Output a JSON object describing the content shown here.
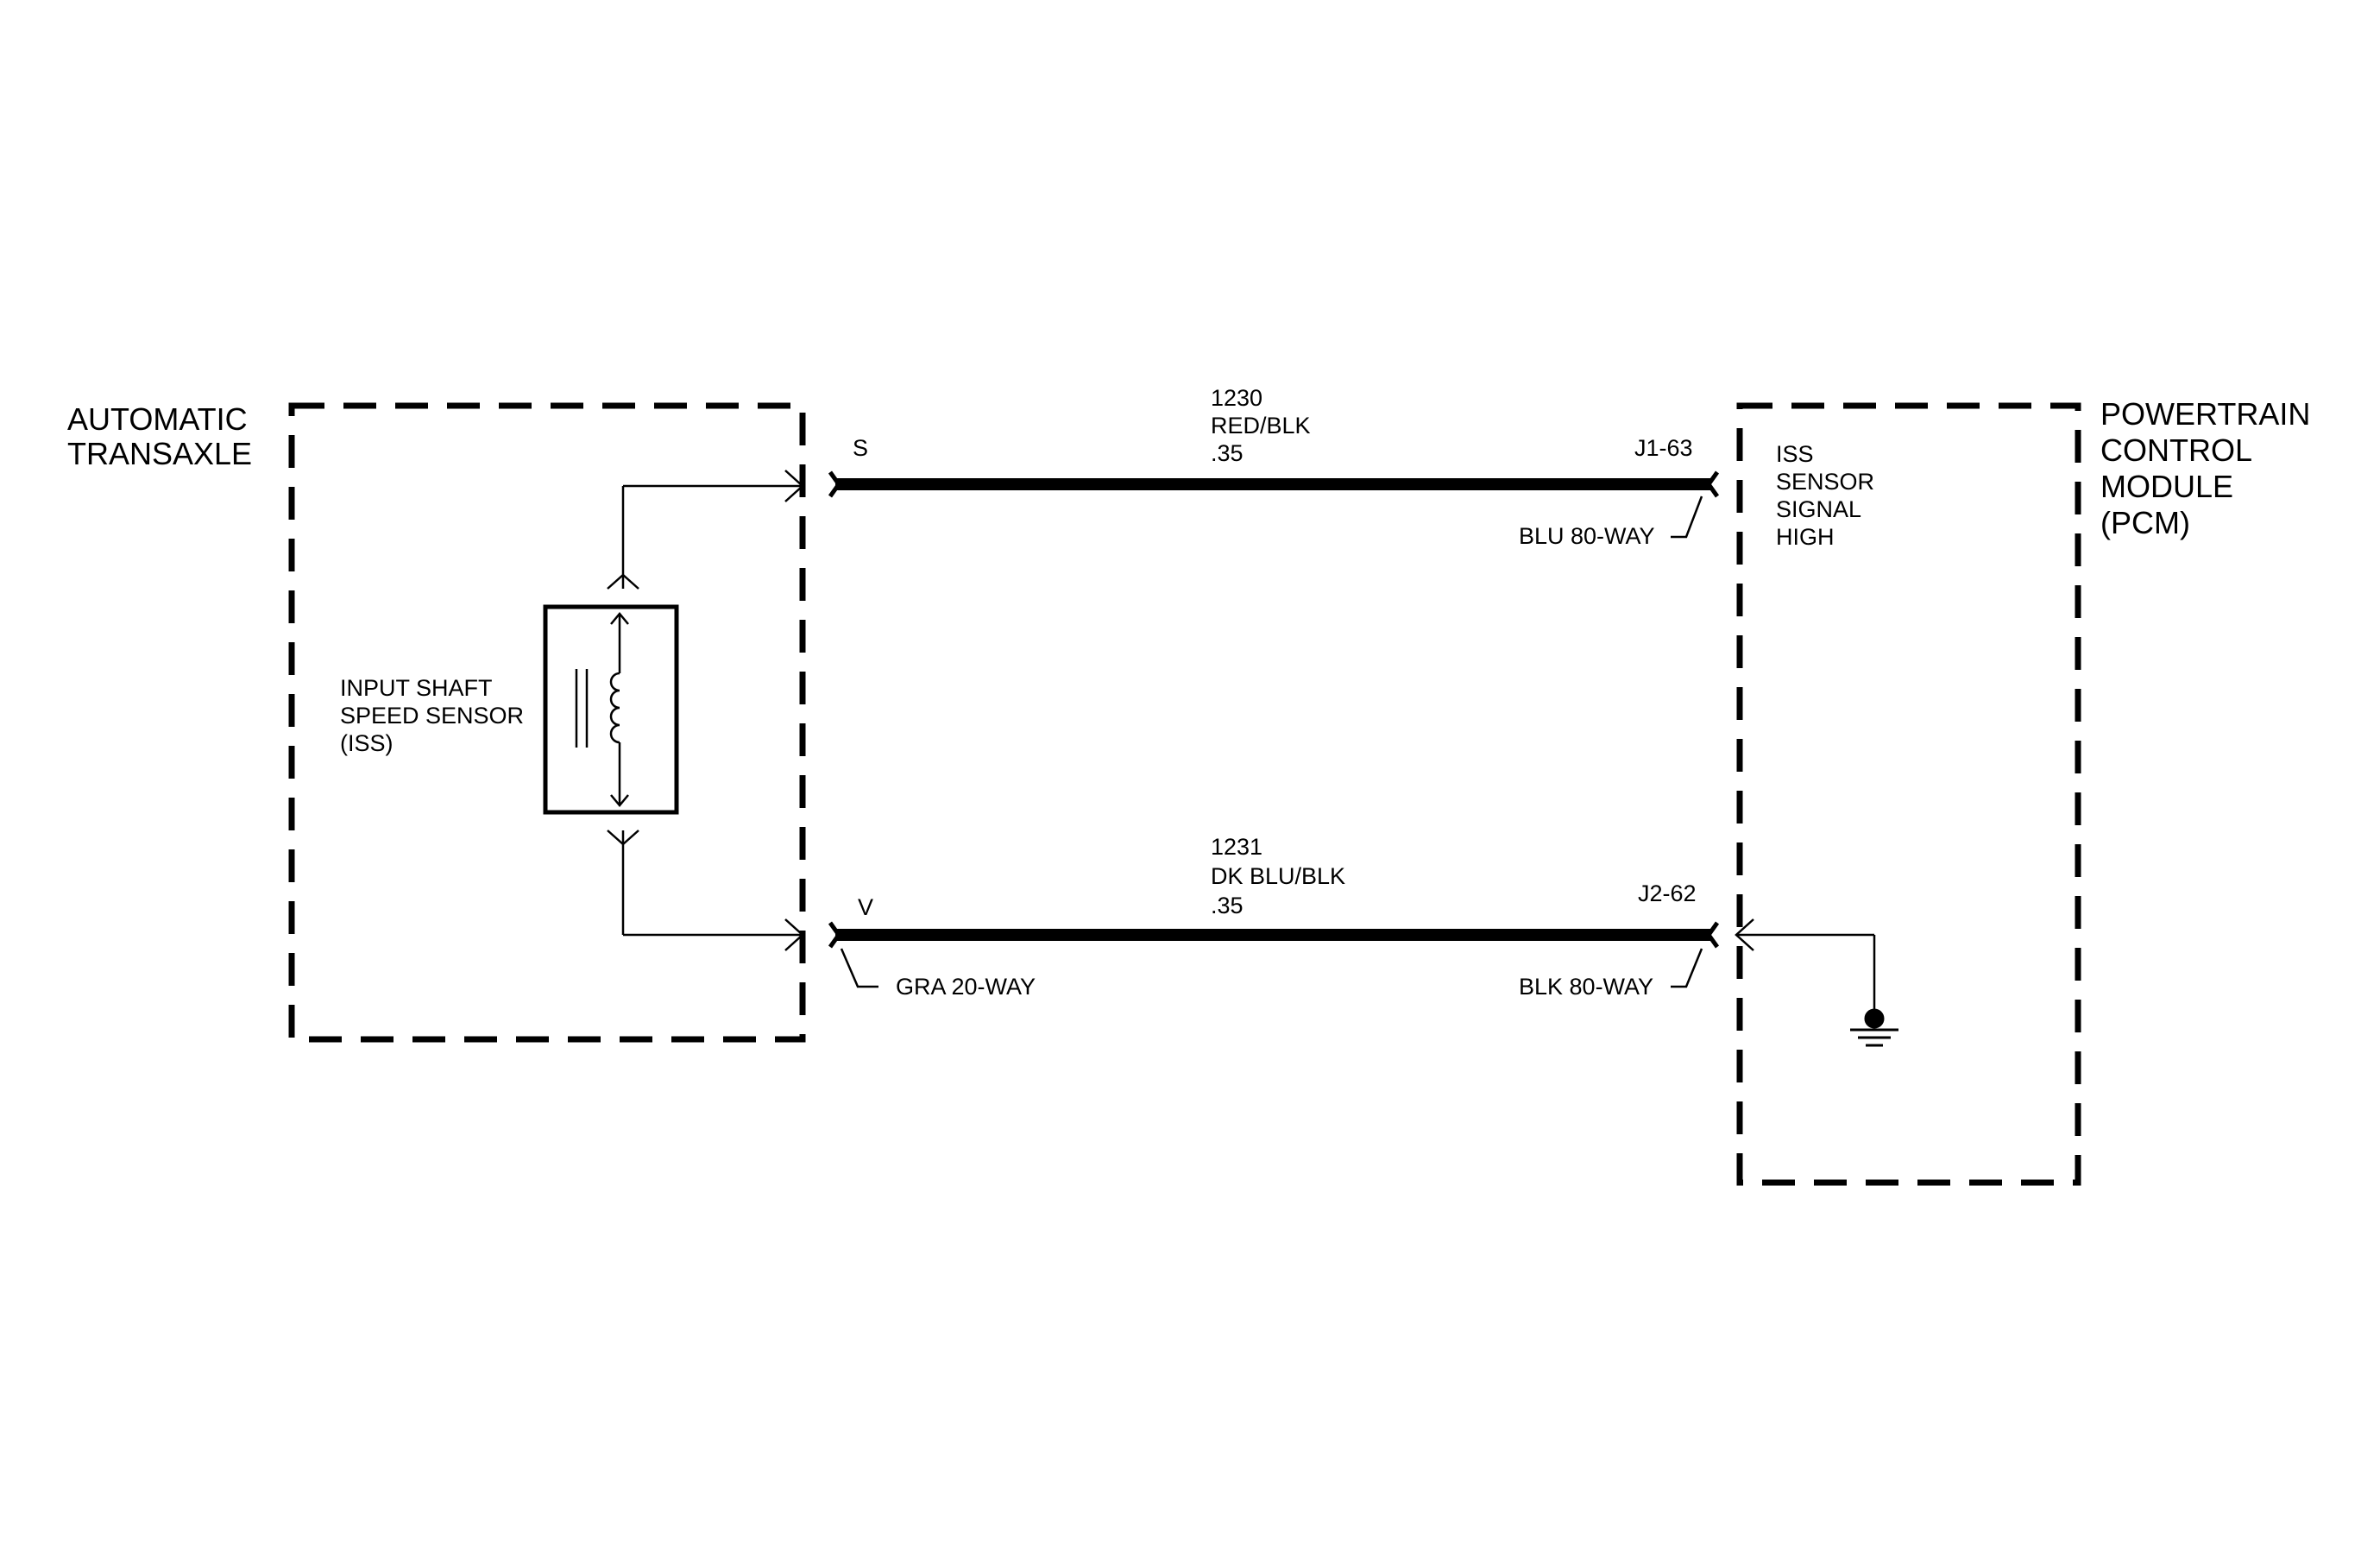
{
  "left_component": {
    "title_lines": [
      "AUTOMATIC",
      "TRANSAXLE"
    ],
    "sensor_label_lines": [
      "INPUT SHAFT",
      "SPEED SENSOR",
      "(ISS)"
    ]
  },
  "right_component": {
    "title_lines": [
      "POWERTRAIN",
      "CONTROL",
      "MODULE",
      "(PCM)"
    ],
    "signal_label_lines": [
      "ISS",
      "SENSOR",
      "SIGNAL",
      "HIGH"
    ]
  },
  "wires": [
    {
      "circuit": "1230",
      "color": "RED/BLK",
      "gauge": ".35",
      "left_terminal": "S",
      "right_pin": "J1-63",
      "right_connector": "BLU 80-WAY"
    },
    {
      "circuit": "1231",
      "color": "DK BLU/BLK",
      "gauge": ".35",
      "left_terminal": "V",
      "right_pin": "J2-62",
      "right_connector": "BLK 80-WAY",
      "left_connector": "GRA 20-WAY"
    }
  ],
  "colors": {
    "line": "#000000",
    "background": "#ffffff"
  }
}
